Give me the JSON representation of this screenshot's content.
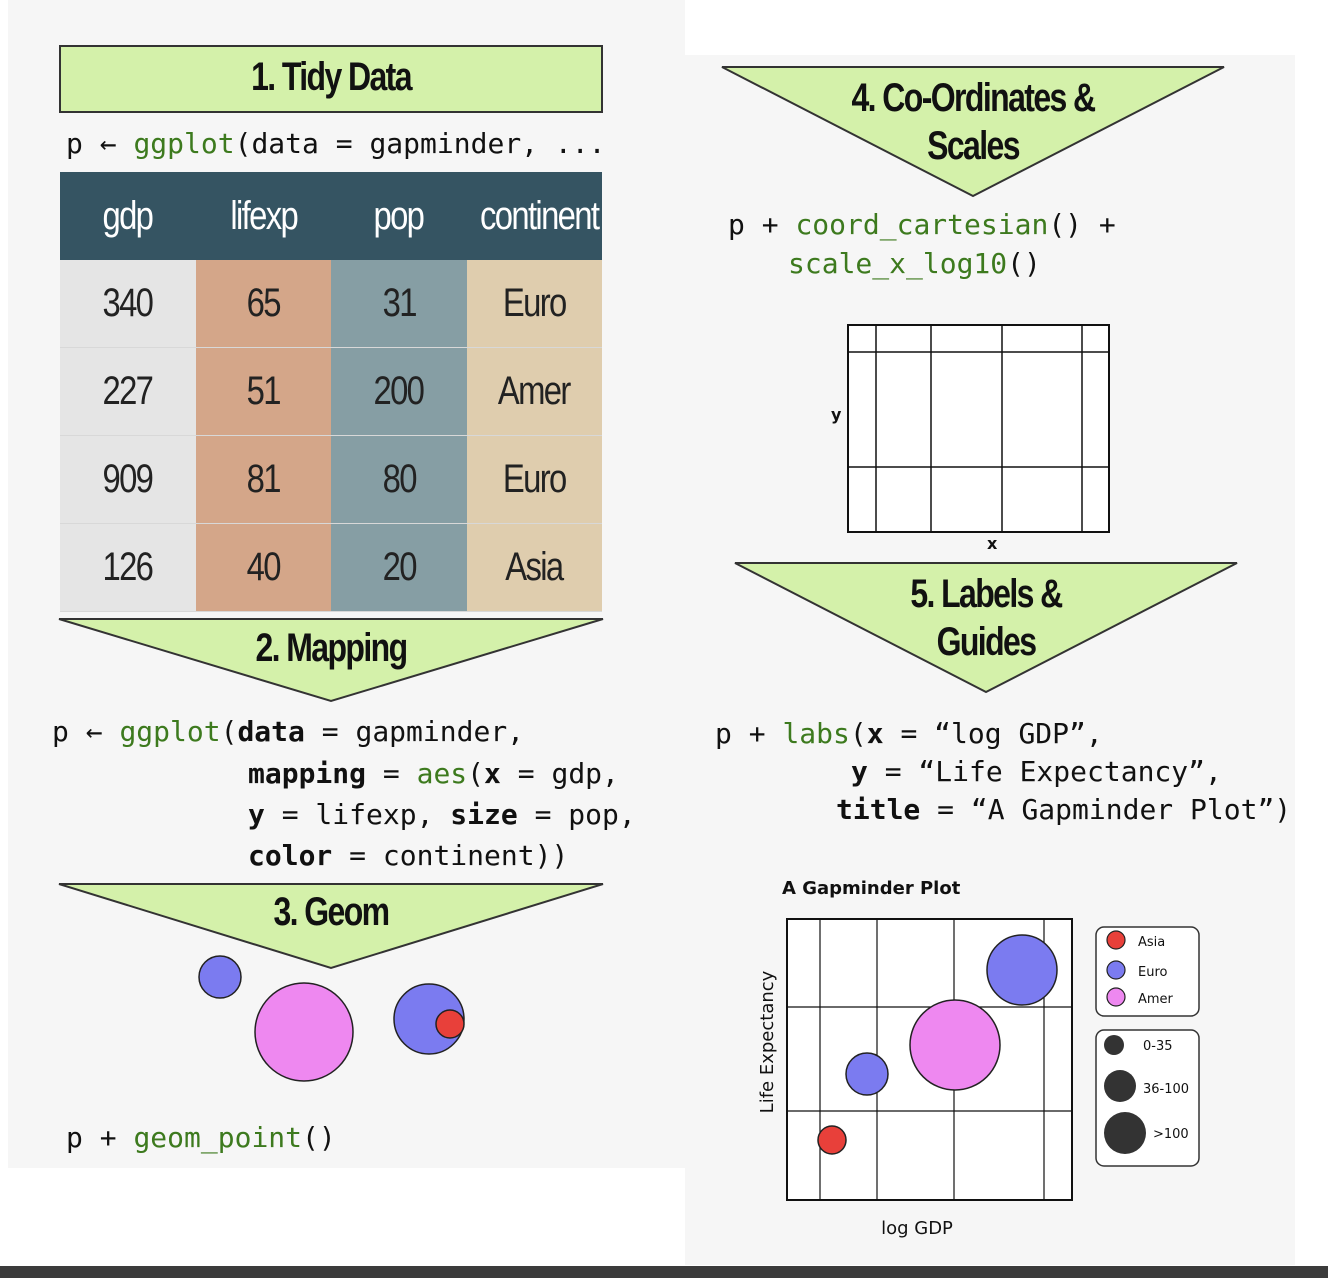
{
  "steps": {
    "tidy": {
      "title": "1. Tidy Data",
      "code": {
        "p": "p",
        "arrow": " ← ",
        "fn": "ggplot",
        "rest": "(data = gapminder, ..."
      }
    },
    "mapping": {
      "title": "2. Mapping",
      "code": {
        "line1_p": "p",
        "line1_arrow": " ← ",
        "line1_fn": "ggplot",
        "line1_paren": "(",
        "line1_kw": "data",
        "line1_rest": " = gapminder,",
        "line2_kw": "mapping",
        "line2_eq": " = ",
        "line2_fn": "aes",
        "line2_open": "(",
        "line2_x": "x",
        "line2_rest": " = gdp,",
        "line3_y": "y",
        "line3_mid": " = lifexp, ",
        "line3_size": "size",
        "line3_rest": " = pop,",
        "line4_color": "color",
        "line4_rest": " = continent))"
      }
    },
    "geom": {
      "title": "3. Geom",
      "code": {
        "p": "p + ",
        "fn": "geom_point",
        "rest": "()"
      }
    },
    "coords": {
      "title_line1": "4. Co-Ordinates &",
      "title_line2": "Scales",
      "code": {
        "line1_p": "p + ",
        "line1_fn": "coord_cartesian",
        "line1_rest": "() +",
        "line2_fn": "scale_x_log10",
        "line2_rest": "()"
      },
      "axis_x": "x",
      "axis_y": "y"
    },
    "labels": {
      "title_line1": "5. Labels &",
      "title_line2": "Guides",
      "code": {
        "line1_p": "p + ",
        "line1_fn": "labs",
        "line1_open": "(",
        "line1_x": "x",
        "line1_rest": " = “log GDP”,",
        "line2_y": "y",
        "line2_rest": " = “Life Expectancy”,",
        "line3_title": "title",
        "line3_rest": " = “A Gapminder Plot”)"
      }
    }
  },
  "table": {
    "headers": [
      "gdp",
      "lifexp",
      "pop",
      "continent"
    ],
    "rows": [
      [
        "340",
        "65",
        "31",
        "Euro"
      ],
      [
        "227",
        "51",
        "200",
        "Amer"
      ],
      [
        "909",
        "81",
        "80",
        "Euro"
      ],
      [
        "126",
        "40",
        "20",
        "Asia"
      ]
    ]
  },
  "final_plot": {
    "title": "A Gapminder Plot",
    "xlabel": "log GDP",
    "ylabel": "Life Expectancy",
    "color_legend": [
      {
        "label": "Asia",
        "color": "#e8403a"
      },
      {
        "label": "Euro",
        "color": "#7b7bf0"
      },
      {
        "label": "Amer",
        "color": "#ee88f0"
      }
    ],
    "size_legend": [
      {
        "label": "0-35"
      },
      {
        "label": "36-100"
      },
      {
        "label": ">100"
      }
    ]
  },
  "colors": {
    "banner_fill": "#d4f1aa",
    "code_function": "#3d7a1e",
    "table_header": "#355462",
    "asia": "#e8403a",
    "euro": "#7b7bf0",
    "amer": "#ee88f0"
  }
}
